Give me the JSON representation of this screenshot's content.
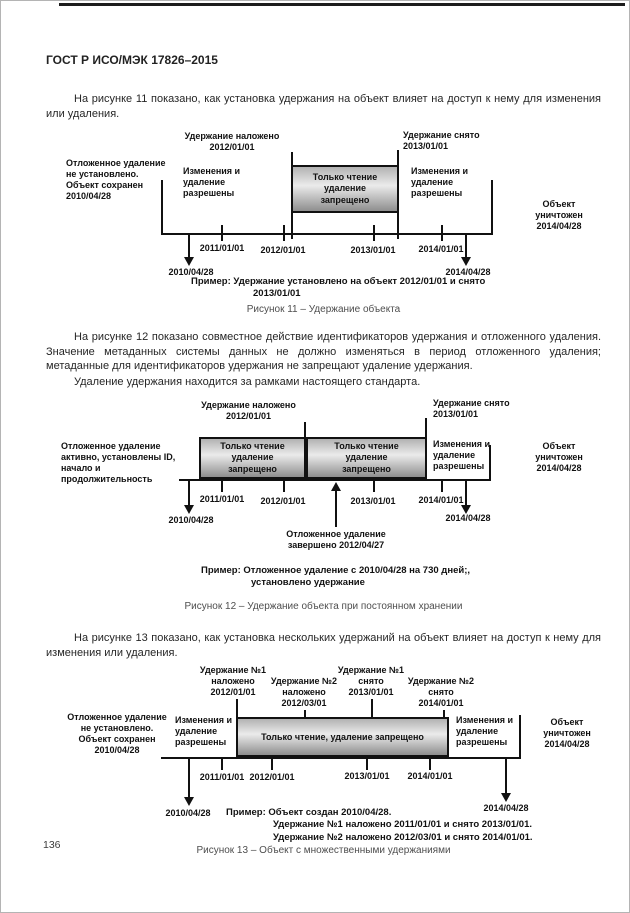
{
  "header": {
    "title": "ГОСТ Р ИСО/МЭК 17826–2015"
  },
  "paragraphs": {
    "p1": "На рисунке 11 показано, как установка удержания на объект влияет на доступ к нему для изменения или удаления.",
    "p2": "На рисунке 12 показано совместное действие идентификаторов удержания и отложенного удаления. Значение метаданных системы данных не должно изменяться в период отложенного удаления; метаданные для идентификаторов удержания не запрещают удаление удержания.",
    "p3": "Удаление удержания находится за рамками настоящего стандарта.",
    "p4": "На рисунке 13 показано, как установка нескольких удержаний на объект влияет на доступ к нему для изменения или удаления."
  },
  "figure11": {
    "left_note": "Отложенное удаление\nне установлено.\nОбъект сохранен\n2010/04/28",
    "hold_applied": "Удержание наложено\n2012/01/01",
    "hold_released": "Удержание снято\n2013/01/01",
    "segment_left": "Изменения и\nудаление\nразрешены",
    "box_label": "Только чтение\nудаление\nзапрещено",
    "segment_right": "Изменения и\nудаление\nразрешены",
    "object_destroyed": "Объект\nуничтожен\n2014/04/28",
    "ticks": [
      "2011/01/01",
      "2012/01/01",
      "2013/01/01",
      "2014/01/01"
    ],
    "start_date": "2010/04/28",
    "end_date": "2014/04/28",
    "example": "Пример: Удержание установлено на объект 2012/01/01 и снято\n2013/01/01",
    "caption": "Рисунок 11 – Удержание объекта"
  },
  "figure12": {
    "left_note": "Отложенное удаление\nактивно, установлены ID,\nначало и продолжительность",
    "hold_applied": "Удержание наложено\n2012/01/01",
    "hold_released": "Удержание снято\n2013/01/01",
    "box1_label": "Только чтение\nудаление\nзапрещено",
    "box2_label": "Только чтение\nудаление\nзапрещено",
    "segment_right": "Изменения и\nудаление\nразрешены",
    "object_destroyed": "Объект\nуничтожен\n2014/04/28",
    "ticks": [
      "2011/01/01",
      "2012/01/01",
      "2013/01/01",
      "2014/01/01"
    ],
    "start_date": "2010/04/28",
    "end_date": "2014/04/28",
    "deferred_note": "Отложенное удаление\nзавершено 2012/04/27",
    "example": "Пример: Отложенное удаление с 2010/04/28 на 730 дней;,\nустановлено удержание",
    "caption": "Рисунок 12 – Удержание объекта при постоянном хранении"
  },
  "figure13": {
    "left_note": "Отложенное удаление\nне установлено.\nОбъект сохранен\n2010/04/28",
    "hold1_applied": "Удержание №1\nналожено\n2012/01/01",
    "hold2_applied": "Удержание №2\nналожено\n2012/03/01",
    "hold1_released": "Удержание №1\nснято\n2013/01/01",
    "hold2_released": "Удержание №2\nснято\n2014/01/01",
    "segment_left": "Изменения и\nудаление\nразрешены",
    "box_label": "Только чтение, удаление запрещено",
    "segment_right": "Изменения и\nудаление\nразрешены",
    "object_destroyed": "Объект\nуничтожен\n2014/04/28",
    "ticks": [
      "2011/01/01",
      "2012/01/01",
      "2013/01/01",
      "2014/01/01"
    ],
    "start_date": "2010/04/28",
    "end_date": "2014/04/28",
    "example": "Пример: Объект создан 2010/04/28.\nУдержание №1 наложено 2011/01/01 и снято 2013/01/01.\nУдержание №2 наложено 2012/03/01 и снято 2014/01/01.",
    "caption": "Рисунок 13 – Объект с множественными удержаниями"
  },
  "footer": {
    "page_number": "136"
  }
}
